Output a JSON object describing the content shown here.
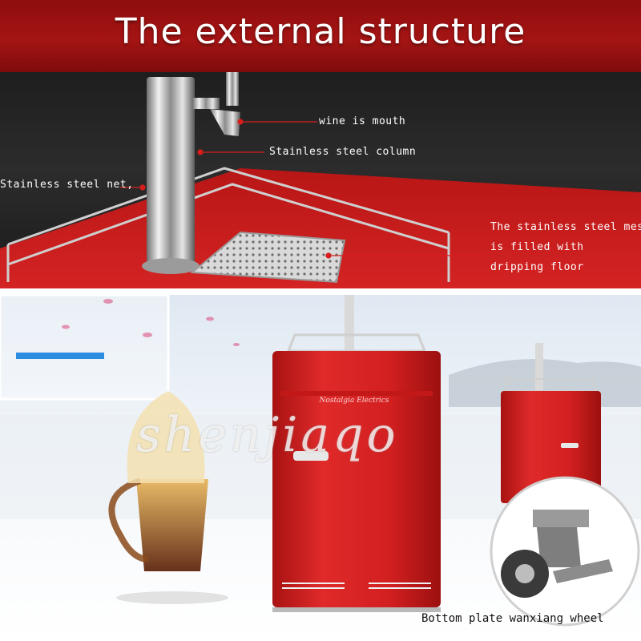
{
  "header": {
    "title": "The external structure"
  },
  "closeup": {
    "callouts": {
      "mouth": "wine is mouth",
      "column": "Stainless steel column",
      "net": "Stainless steel net,",
      "mesh_line1": "The stainless steel mesh",
      "mesh_line2": "is filled with",
      "mesh_line3": "dripping floor"
    }
  },
  "scene": {
    "watermark": "shenjiaqo",
    "fridge_brand": "Nostalgia Electrics",
    "wheel_caption": "Bottom plate wanxiang wheel"
  },
  "colors": {
    "header_red": "#a51414",
    "fridge_red": "#d9201f",
    "steel": "#c9c9c9"
  }
}
